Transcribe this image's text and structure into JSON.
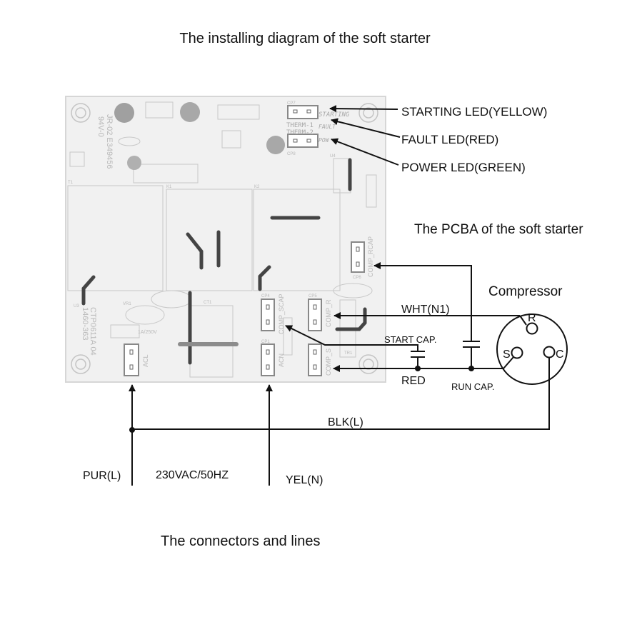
{
  "title": "The installing diagram of the soft starter",
  "footer": "The connectors and lines",
  "pcba_label": "The PCBA of the soft starter",
  "led_labels": {
    "starting": "STARTING LED(YELLOW)",
    "fault": "FAULT LED(RED)",
    "power": "POWER LED(GREEN)"
  },
  "compressor": {
    "label": "Compressor",
    "terminal_r": "R",
    "terminal_s": "S",
    "terminal_c": "C"
  },
  "wires": {
    "wht": "WHT(N1)",
    "start_cap": "START CAP.",
    "red": "RED",
    "run_cap": "RUN CAP.",
    "blk": "BLK(L)",
    "pur": "PUR(L)",
    "supply": "230VAC/50HZ",
    "yel": "YEL(N)"
  },
  "pcb_silkscreen": {
    "starting": "STARTING",
    "therm1": "THERM-1",
    "therm2": "THERM-2",
    "fault": "FAULT",
    "power": "POW",
    "cp7": "CP7",
    "cp8": "CP8",
    "comp_rcap": "COMP_RCAP",
    "cp6": "CP6",
    "comp_scap": "COMP_SCAP",
    "cp4": "CP4",
    "comp_r": "COMP_R",
    "cp5": "CP5",
    "comp_s": "COMP_S",
    "acn": "ACN",
    "cp1": "CP1",
    "acl": "ACL",
    "board_id": "CTP0611A 04",
    "board_no": "1460-363",
    "marking": "JR-02  E349456",
    "rating": "94V-0",
    "fuse": "1A/250V",
    "k1": "K1",
    "k2": "K2",
    "t1": "T1",
    "ct1": "CT1",
    "u3": "U3",
    "u4": "U4",
    "vr1": "VR1",
    "tr1": "TR1"
  }
}
